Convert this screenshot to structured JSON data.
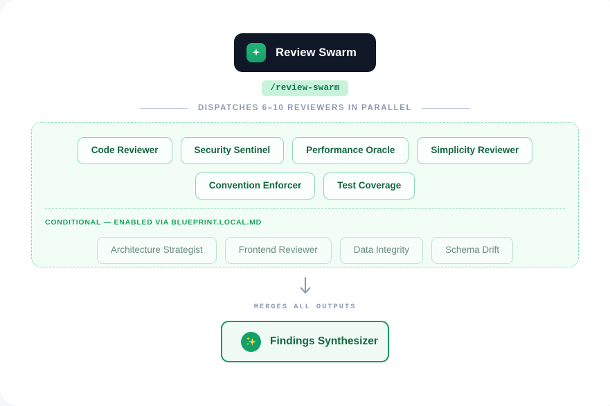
{
  "command": {
    "icon": "sparkle-icon",
    "title": "Review Swarm",
    "slug": "/review-swarm"
  },
  "dispatch": {
    "label": "DISPATCHES 6–10 REVIEWERS IN PARALLEL"
  },
  "swarm": {
    "primary_rows": [
      [
        "Code Reviewer",
        "Security Sentinel",
        "Performance Oracle",
        "Simplicity Reviewer"
      ],
      [
        "Convention Enforcer",
        "Test Coverage"
      ]
    ],
    "conditional_label": "CONDITIONAL — ENABLED VIA BLUEPRINT.LOCAL.MD",
    "conditional_chips": [
      "Architecture Strategist",
      "Frontend Reviewer",
      "Data Integrity",
      "Schema Drift"
    ]
  },
  "merge": {
    "arrow_icon": "arrow-down-icon",
    "label": "MERGES ALL OUTPUTS"
  },
  "synthesizer": {
    "icon": "sparkles-icon",
    "title": "Findings Synthesizer"
  },
  "colors": {
    "header_bg": "#101828",
    "accent_green": "#12a268",
    "panel_bg": "#f2fdf6",
    "panel_border": "#82ddae",
    "chip_text": "#14663f",
    "muted_text": "#8d9ab3",
    "conditional_text": "#14a05f",
    "slug_bg": "#c8f2da",
    "card_bg": "#ffffff",
    "page_bg": "#f7f8fa"
  }
}
